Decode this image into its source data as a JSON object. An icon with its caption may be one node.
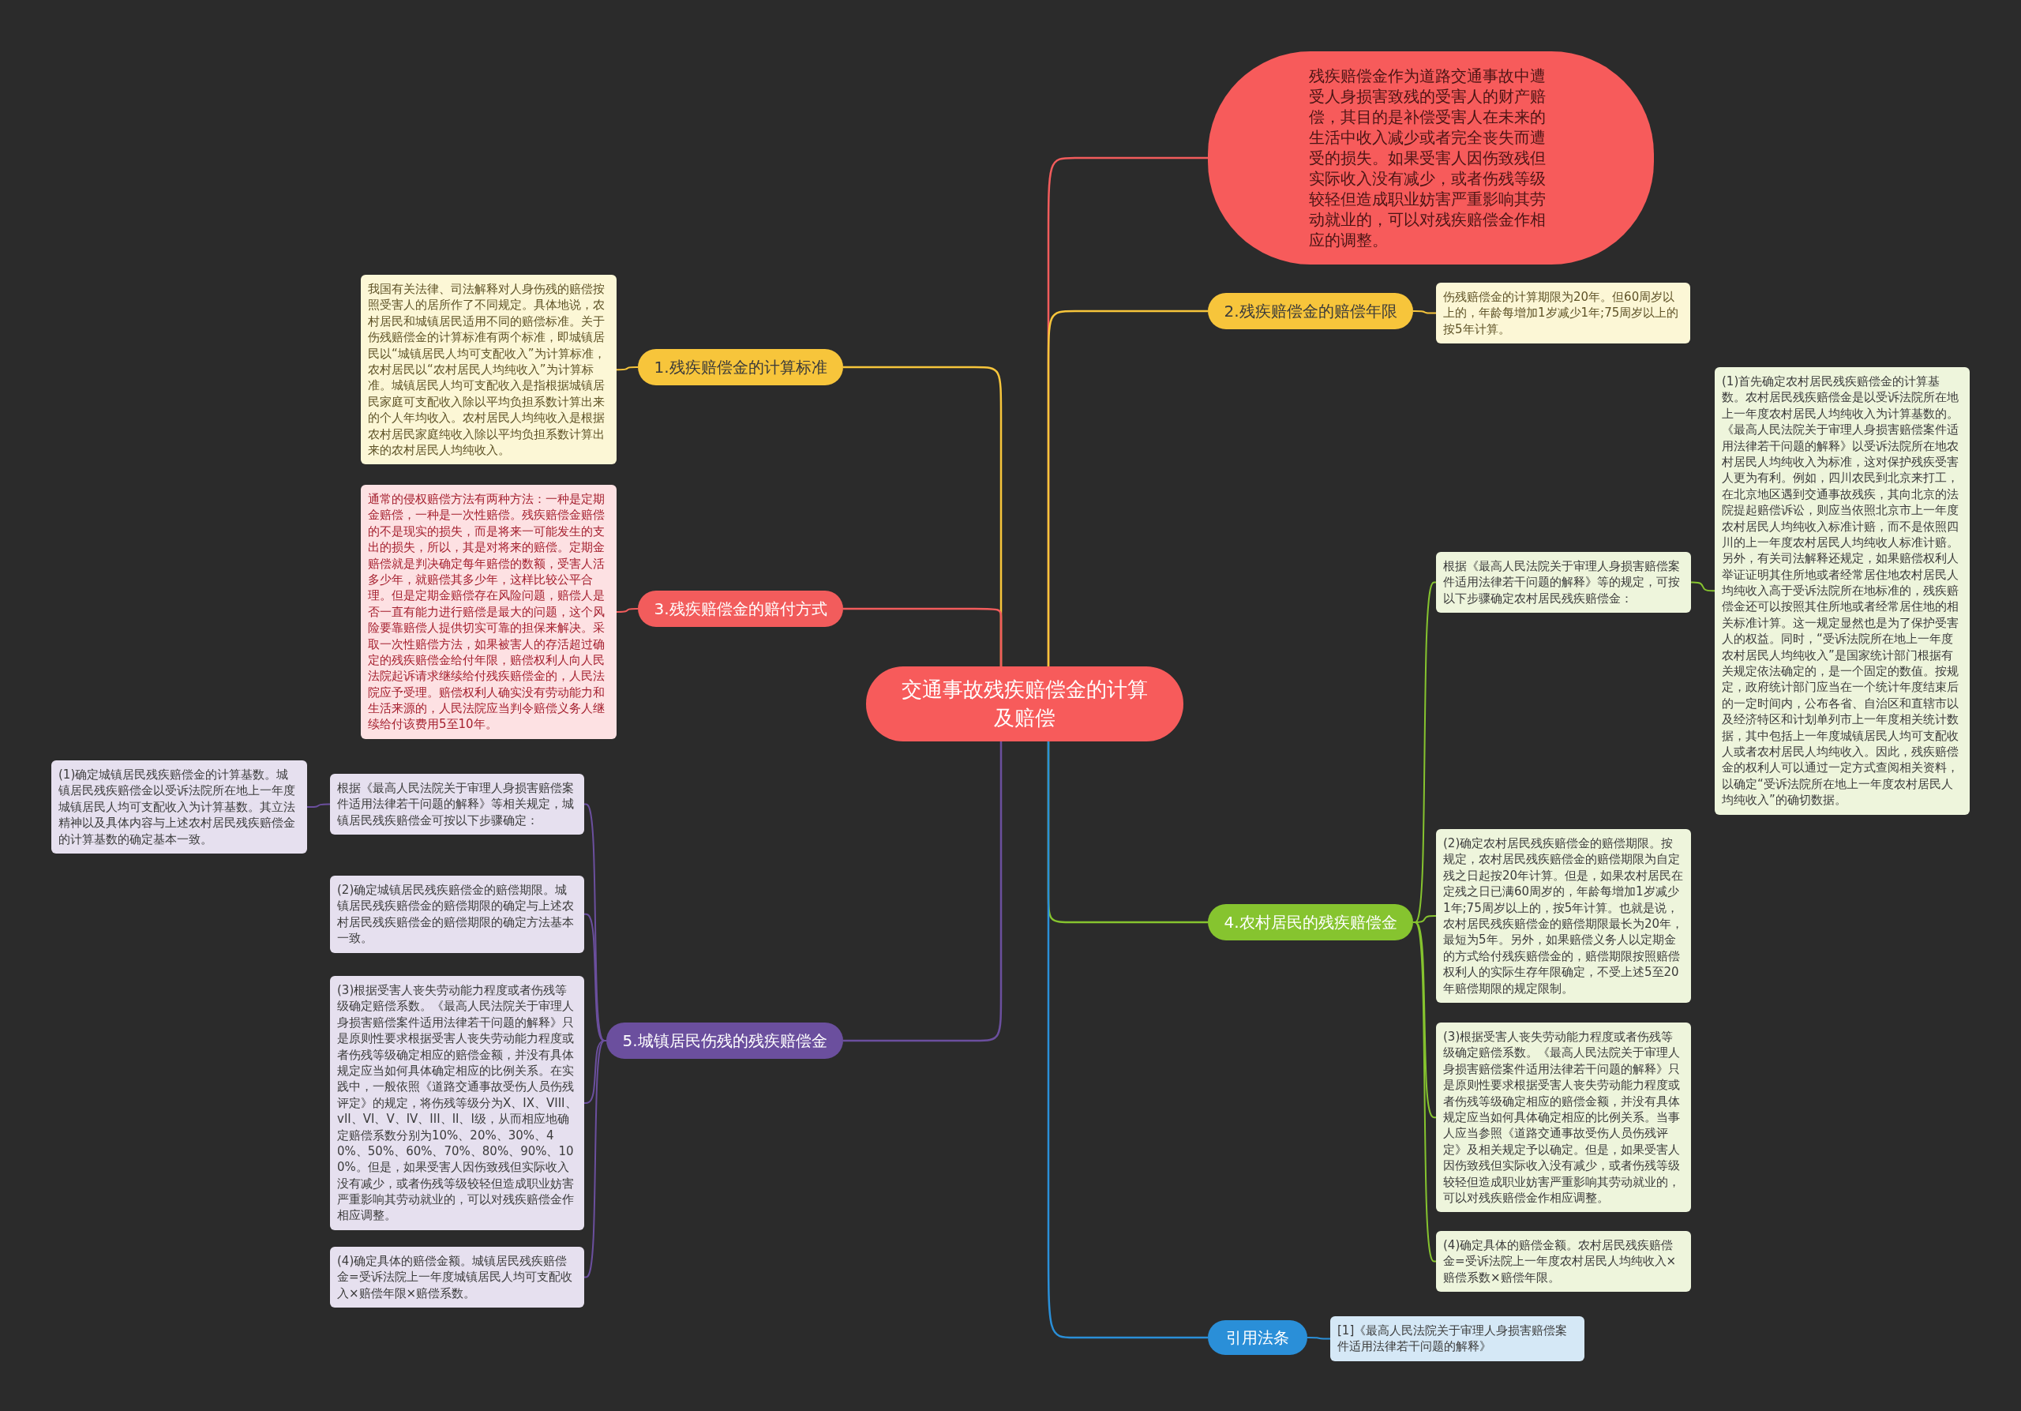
{
  "diagram": {
    "nodes": [
      {
        "text": [
          "交通事故残疾赔偿金的计算及赔偿"
        ]
      },
      {
        "text": [
          "残疾赔偿金作为道路交通事故中遭受人身损害致残的受害人的财产赔偿，其目的是补偿受害人在未来的生活中收入减少或者完全丧失而遭受的损失。如果受害人因伤致残但实际收入没有减少，或者伤残等级较轻但造成职业妨害严重影响其劳动就业的，可以对残疾赔偿金作相应的调整。"
        ]
      },
      {
        "text": [
          "1.残疾赔偿金的计算标准"
        ]
      },
      {
        "text": [
          "我国有关法律、司法解释对人身伤残的赔偿按照受害人的居所作了不同规定。具体地说，农村居民和城镇居民适用不同的赔偿标准。关于伤残赔偿金的计算标准有两个标准，即城镇居民以“城镇居民人均可支配收入”为计算标准，农村居民以“农村居民人均纯收入”为计算标准。城镇居民人均可支配收入是指根据城镇居民家庭可支配收入除以平均负担系数计算出来的个人年均收入。农村居民人均纯收入是根据农村居民家庭纯收入除以平均负担系数计算出来的农村居民人均纯收入。"
        ]
      },
      {
        "text": [
          "2.残疾赔偿金的赔偿年限"
        ]
      },
      {
        "text": [
          "伤残赔偿金的计算期限为20年。但60周岁以上的，年龄每增加1岁减少1年;75周岁以上的按5年计算。"
        ]
      },
      {
        "text": [
          "3.残疾赔偿金的赔付方式"
        ]
      },
      {
        "text": [
          "通常的侵权赔偿方法有两种方法：一种是定期金赔偿，一种是一次性赔偿。残疾赔偿金赔偿的不是现实的损失，而是将来一可能发生的支出的损失，所以，其是对将来的赔偿。定期金赔偿就是判决确定每年赔偿的数额，受害人活多少年，就赔偿其多少年，这样比较公平合理。但是定期金赔偿存在风险问题，赔偿人是否一直有能力进行赔偿是最大的问题，这个风险要靠赔偿人提供切实可靠的担保来解决。采取一次性赔偿方法，如果被害人的存活超过确定的残疾赔偿金给付年限，赔偿权利人向人民法院起诉请求继续给付残疾赔偿金的，人民法院应予受理。赔偿权利人确实没有劳动能力和生活来源的，人民法院应当判令赔偿义务人继续给付该费用5至10年。"
        ]
      },
      {
        "text": [
          "4.农村居民的残疾赔偿金"
        ]
      },
      {
        "text": [
          "根据《最高人民法院关于审理人身损害赔偿案件适用法律若干问题的解释》等的规定，可按以下步骤确定农村居民残疾赔偿金："
        ]
      },
      {
        "text": [
          "(1)首先确定农村居民残疾赔偿金的计算基数。农村居民残疾赔偿金是以受诉法院所在地上一年度农村居民人均纯收入为计算基数的。《最高人民法院关于审理人身损害赔偿案件适用法律若干问题的解释》以受诉法院所在地农村居民人均纯收入为标准，这对保护残疾受害人更为有利。例如，四川农民到北京来打工，在北京地区遇到交通事故残疾，其向北京的法院提起赔偿诉讼，则应当依照北京市上一年度农村居民人均纯收入标准计赔，而不是依照四川的上一年度农村居民人均纯收人标准计赔。另外，有关司法解释还规定，如果赔偿权利人举证证明其住所地或者经常居住地农村居民人均纯收入高于受诉法院所在地标准的，残疾赔偿金还可以按照其住所地或者经常居住地的相关标准计算。这一规定显然也是为了保护受害人的权益。同时，“受诉法院所在地上一年度农村居民人均纯收入”是国家统计部门根据有关规定依法确定的，是一个固定的数值。按规定，政府统计部门应当在一个统计年度结束后的一定时间内，公布各省、自治区和直辖市以及经济特区和计划单列市上一年度相关统计数据，其中包括上一年度城镇居民人均可支配收人或者农村居民人均纯收入。因此，残疾赔偿金的权利人可以通过一定方式查阅相关资料，以确定“受诉法院所在地上一年度农村居民人均纯收入”的确切数据。"
        ]
      },
      {
        "text": [
          "(2)确定农村居民残疾赔偿金的赔偿期限。按规定，农村居民残疾赔偿金的赔偿期限为自定残之日起按20年计算。但是，如果农村居民在定残之日已满60周岁的，年龄每增加1岁减少1年;75周岁以上的，按5年计算。也就是说，农村居民残疾赔偿金的赔偿期限最长为20年，最短为5年。另外，如果赔偿义务人以定期金的方式给付残疾赔偿金的，赔偿期限按照赔偿权利人的实际生存年限确定，不受上述5至20年赔偿期限的规定限制。"
        ]
      },
      {
        "text": [
          "(3)根据受害人丧失劳动能力程度或者伤残等级确定赔偿系数。《最高人民法院关于审理人身损害赔偿案件适用法律若干问题的解释》只是原则性要求根据受害人丧失劳动能力程度或者伤残等级确定相应的赔偿金额，并没有具体规定应当如何具体确定相应的比例关系。当事人应当参照《道路交通事故受伤人员伤残评定》及相关规定予以确定。但是，如果受害人因伤致残但实际收入没有减少，或者伤残等级较轻但造成职业妨害严重影响其劳动就业的，可以对残疾赔偿金作相应调整。"
        ]
      },
      {
        "text": [
          "(4)确定具体的赔偿金额。农村居民残疾赔偿金=受诉法院上一年度农村居民人均纯收入×赔偿系数×赔偿年限。"
        ]
      },
      {
        "text": [
          "5.城镇居民伤残的残疾赔偿金"
        ]
      },
      {
        "text": [
          "根据《最高人民法院关于审理人身损害赔偿案件适用法律若干问题的解释》等相关规定，城镇居民残疾赔偿金可按以下步骤确定："
        ]
      },
      {
        "text": [
          "(1)确定城镇居民残疾赔偿金的计算基数。城镇居民残疾赔偿金以受诉法院所在地上一年度城镇居民人均可支配收入为计算基数。其立法精神以及具体内容与上述农村居民残疾赔偿金的计算基数的确定基本一致。"
        ]
      },
      {
        "text": [
          "(2)确定城镇居民残疾赔偿金的赔偿期限。城镇居民残疾赔偿金的赔偿期限的确定与上述农村居民残疾赔偿金的赔偿期限的确定方法基本一致。"
        ]
      },
      {
        "text": [
          "(3)根据受害人丧失劳动能力程度或者伤残等级确定赔偿系数。《最高人民法院关于审理人身损害赔偿案件适用法律若干问题的解释》只是原则性要求根据受害人丧失劳动能力程度或者伤残等级确定相应的赔偿金额，并没有具体规定应当如何具体确定相应的比例关系。在实践中，一般依照《道路交通事故受伤人员伤残评定》的规定，将伤残等级分为X、IX、VIII、vII、VI、V、IV、III、II、I级，从而相应地确定赔偿系数分别为10%、20%、30%、40%、50%、60%、70%、80%、90%、100%。但是，如果受害人因伤致残但实际收入没有减少，或者伤残等级较轻但造成职业妨害严重影响其劳动就业的，可以对残疾赔偿金作相应调整。"
        ]
      },
      {
        "text": [
          "(4)确定具体的赔偿金额。城镇居民残疾赔偿金=受诉法院上一年度城镇居民人均可支配收入×赔偿年限×赔偿系数。"
        ]
      },
      {
        "text": [
          "引用法条"
        ]
      },
      {
        "text": [
          "[1]《最高人民法院关于审理人身损害赔偿案件适用法律若干问题的解释》"
        ]
      }
    ],
    "edges": [
      {
        "from": 0,
        "to": 1,
        "arrow": "none",
        "color": "#f25c5c"
      },
      {
        "from": 0,
        "to": 2,
        "arrow": "none",
        "color": "#f7c53b"
      },
      {
        "from": 2,
        "to": 3,
        "arrow": "none",
        "color": "#f7c53b"
      },
      {
        "from": 0,
        "to": 4,
        "arrow": "none",
        "color": "#f7c53b"
      },
      {
        "from": 4,
        "to": 5,
        "arrow": "none",
        "color": "#f7c53b"
      },
      {
        "from": 0,
        "to": 6,
        "arrow": "none",
        "color": "#f25c5c"
      },
      {
        "from": 6,
        "to": 7,
        "arrow": "none",
        "color": "#f25c5c"
      },
      {
        "from": 0,
        "to": 8,
        "arrow": "none",
        "color": "#86c42f"
      },
      {
        "from": 8,
        "to": 9,
        "arrow": "none",
        "color": "#86c42f"
      },
      {
        "from": 9,
        "to": 10,
        "arrow": "none",
        "color": "#86c42f"
      },
      {
        "from": 8,
        "to": 11,
        "arrow": "none",
        "color": "#86c42f"
      },
      {
        "from": 8,
        "to": 12,
        "arrow": "none",
        "color": "#86c42f"
      },
      {
        "from": 8,
        "to": 13,
        "arrow": "none",
        "color": "#86c42f"
      },
      {
        "from": 0,
        "to": 14,
        "arrow": "none",
        "color": "#6b4f9e"
      },
      {
        "from": 14,
        "to": 15,
        "arrow": "none",
        "color": "#6b4f9e"
      },
      {
        "from": 15,
        "to": 16,
        "arrow": "none",
        "color": "#6b4f9e"
      },
      {
        "from": 14,
        "to": 17,
        "arrow": "none",
        "color": "#6b4f9e"
      },
      {
        "from": 14,
        "to": 18,
        "arrow": "none",
        "color": "#6b4f9e"
      },
      {
        "from": 14,
        "to": 19,
        "arrow": "none",
        "color": "#6b4f9e"
      },
      {
        "from": 0,
        "to": 20,
        "arrow": "none",
        "color": "#2a8fd8"
      },
      {
        "from": 20,
        "to": 21,
        "arrow": "none",
        "color": "#2a8fd8"
      }
    ]
  }
}
